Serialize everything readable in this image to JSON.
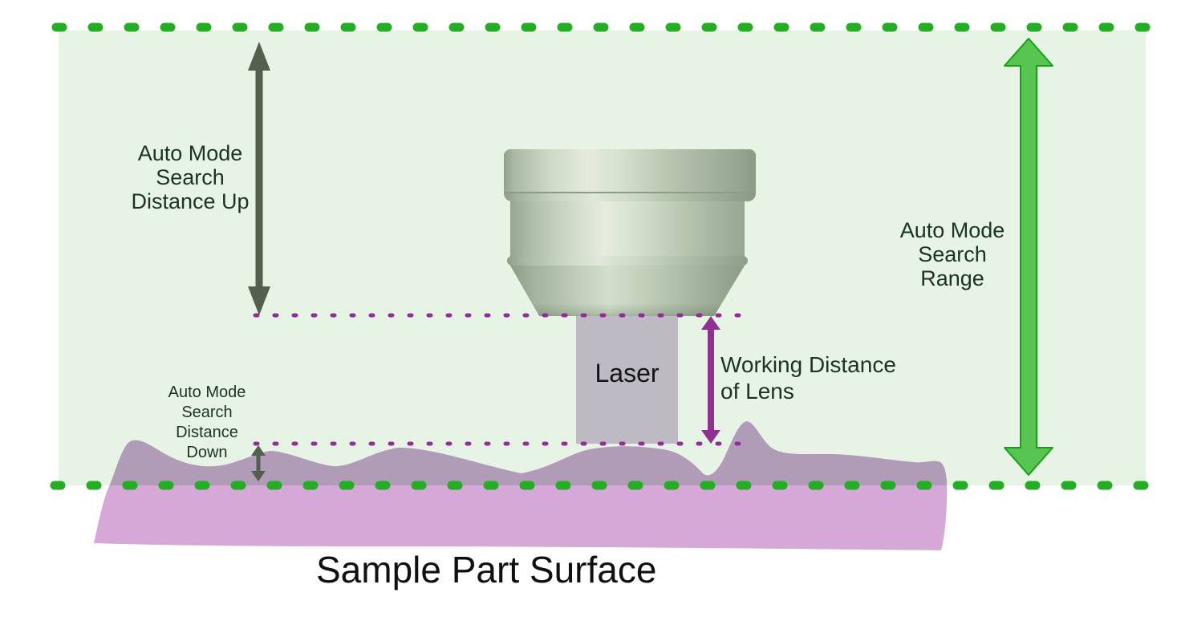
{
  "diagram": {
    "title": "Laser lens auto mode search range diagram",
    "labels": {
      "search_distance_up": "Auto Mode\nSearch\nDistance Up",
      "search_distance_down": "Auto Mode\nSearch\nDistance\nDown",
      "search_range": "Auto Mode\nSearch\nRange",
      "working_distance": "Working Distance\nof Lens",
      "laser": "Laser",
      "sample_surface": "Sample Part Surface"
    },
    "colors": {
      "search_region_fill": "#e7f4e5",
      "range_boundary_green": "#25ad25",
      "range_arrow_green": "#58c553",
      "distance_arrow_gray": "#545f4e",
      "working_distance_purple": "#8e3190",
      "laser_beam_gray": "#bdbac4",
      "lens_body_sage": "#c2d0bb",
      "surface_pink": "#d5a8d7",
      "surface_pink_muted": "#b19cb7",
      "label_text": "#1c3320"
    }
  }
}
